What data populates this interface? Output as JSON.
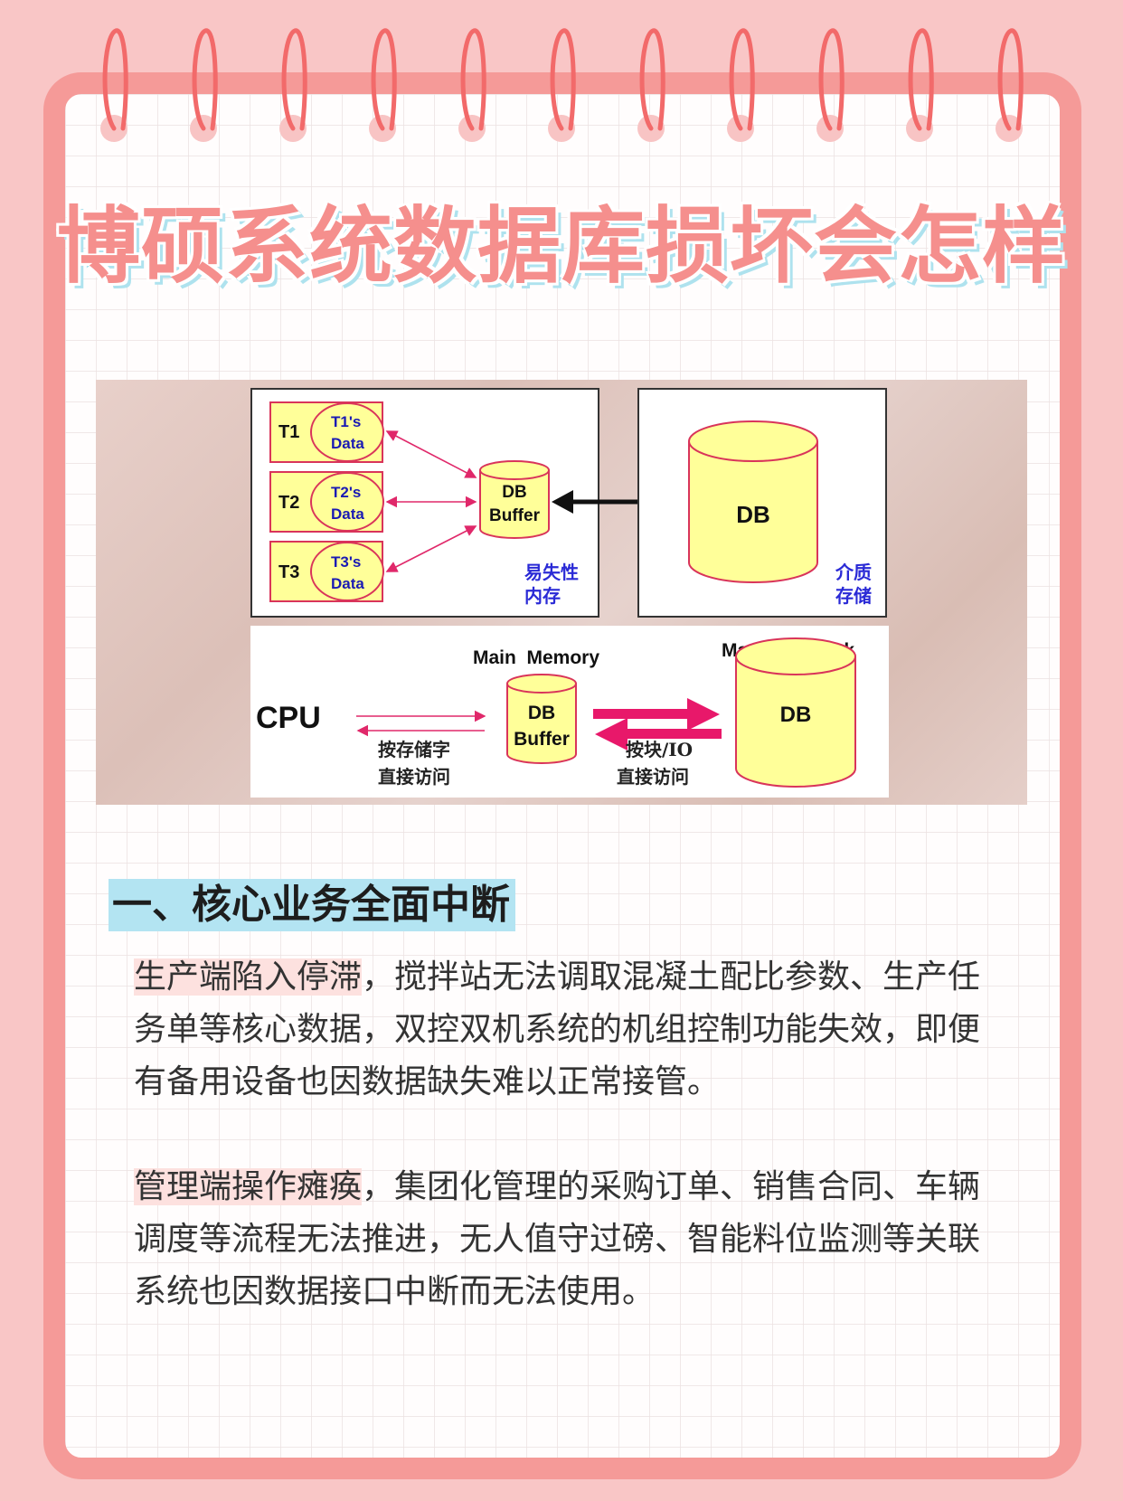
{
  "title": "博硕系统数据库损坏会怎样",
  "diagram": {
    "top": {
      "transactions": [
        {
          "label": "T1",
          "data_line1": "T1's",
          "data_line2": "Data"
        },
        {
          "label": "T2",
          "data_line1": "T2's",
          "data_line2": "Data"
        },
        {
          "label": "T3",
          "data_line1": "T3's",
          "data_line2": "Data"
        }
      ],
      "buffer_line1": "DB",
      "buffer_line2": "Buffer",
      "volatile_line1": "易失性",
      "volatile_line2": "内存",
      "db_label": "DB",
      "storage_line1": "介质",
      "storage_line2": "存储"
    },
    "bottom": {
      "cpu": "CPU",
      "main_memory": "Main  Memory",
      "buffer_line1": "DB",
      "buffer_line2": "Buffer",
      "magnetic_disk": "Magnetic  Disk",
      "db_label": "DB",
      "word_access_line1": "按存储字",
      "word_access_line2": "直接访问",
      "block_access_line1": "按块/IO",
      "block_access_line2": "直接访问"
    }
  },
  "section": {
    "heading": "一、核心业务全面中断",
    "paragraphs": [
      {
        "highlight": "生产端陷入停滞",
        "rest": "，搅拌站无法调取混凝土配比参数、生产任务单等核心数据，双控双机系统的机组控制功能失效，即便有备用设备也因数据缺失难以正常接管。"
      },
      {
        "highlight": "管理端操作瘫痪",
        "rest": "，集团化管理的采购订单、销售合同、车辆调度等流程无法推进，无人值守过磅、智能料位监测等关联系统也因数据接口中断而无法使用。"
      }
    ]
  }
}
